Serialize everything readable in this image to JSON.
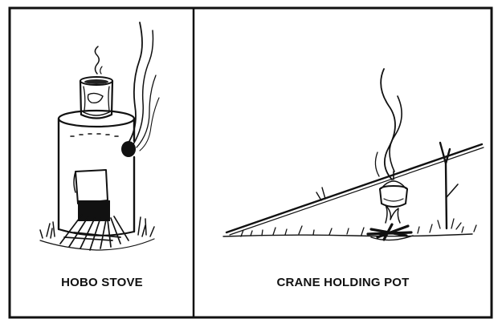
{
  "figure": {
    "panels": [
      {
        "id": "left",
        "caption": "HOBO STOVE"
      },
      {
        "id": "right",
        "caption": "CRANE HOLDING POT"
      }
    ]
  }
}
